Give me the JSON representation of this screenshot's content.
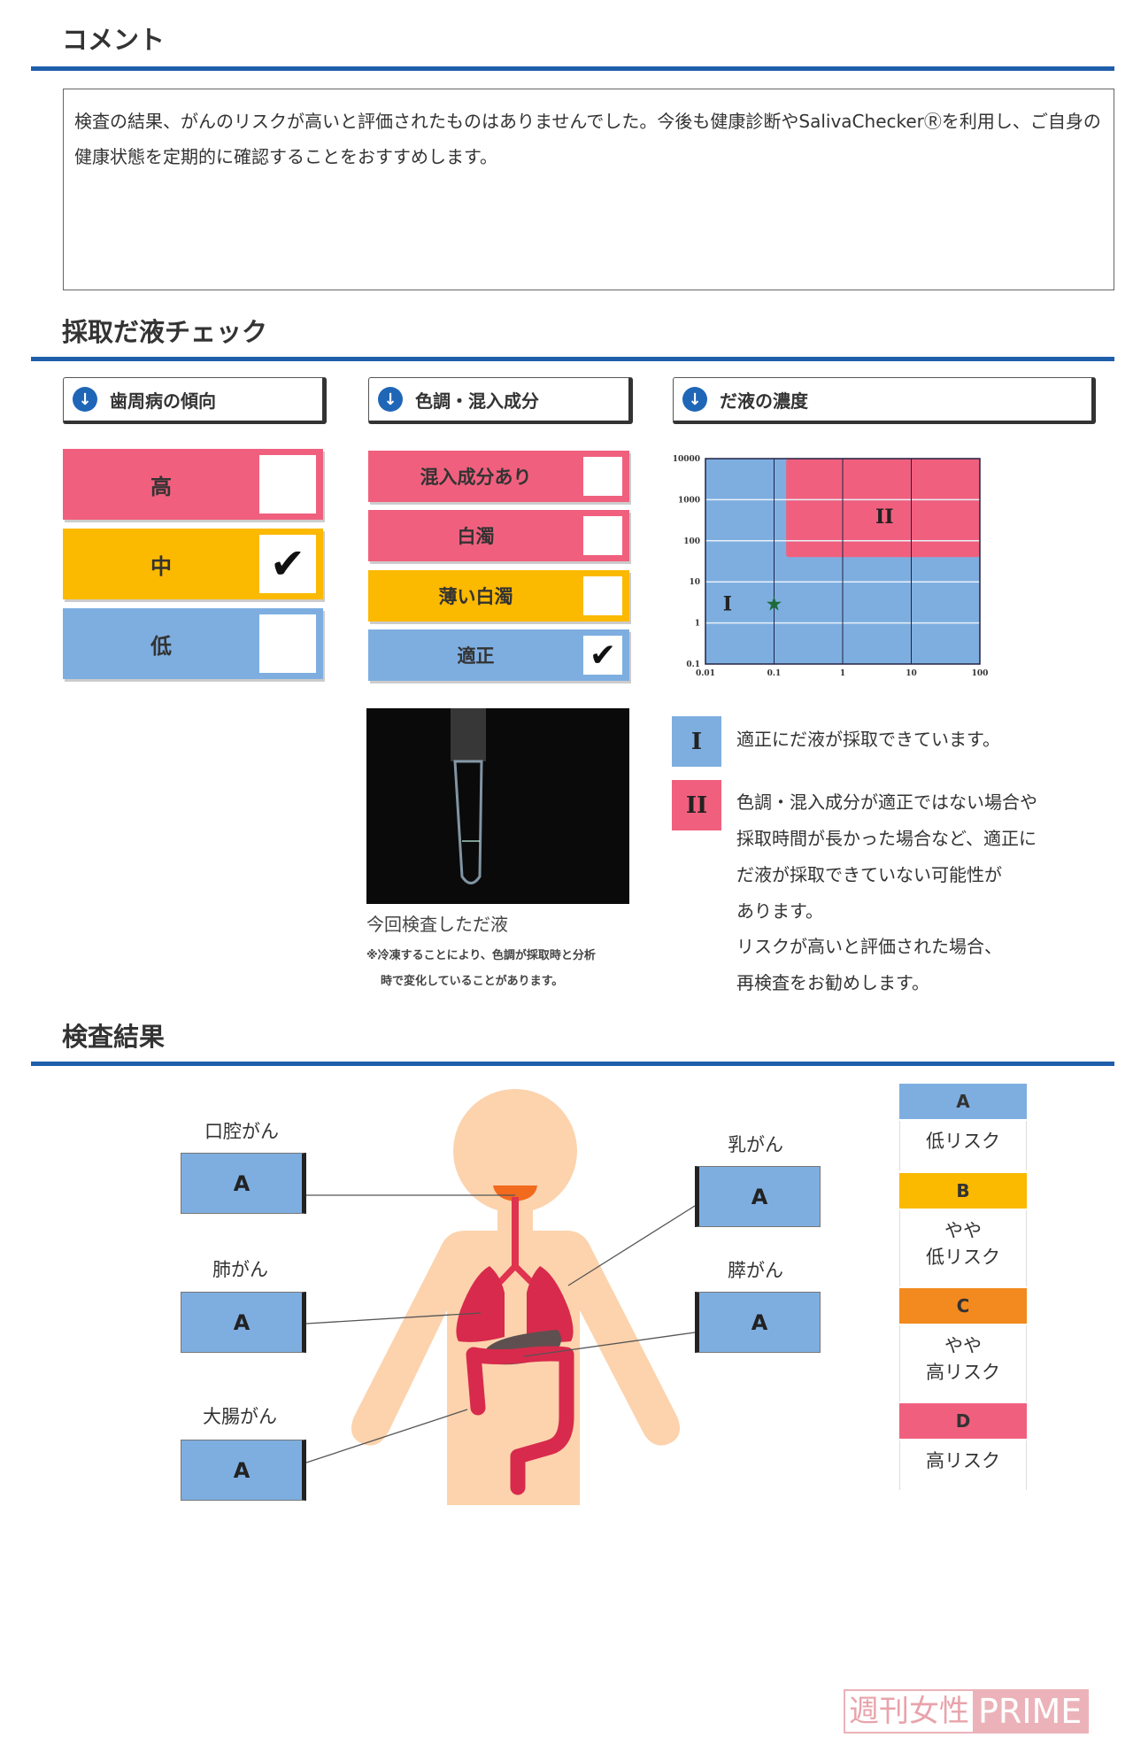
{
  "comment": {
    "title": "コメント",
    "text": "検査の結果、がんのリスクが高いと評価されたものはありませんでした。今後も健康診断やSalivaCheckerⓇを利用し、ご自身の健康状態を定期的に確認することをおすすめします。"
  },
  "saliva_check": {
    "title": "採取だ液チェック",
    "periodontal": {
      "header": "歯周病の傾向",
      "icon": "download-arrow-icon",
      "options": [
        {
          "label": "高",
          "color": "#f0607e",
          "checked": false
        },
        {
          "label": "中",
          "color": "#fbb900",
          "checked": true
        },
        {
          "label": "低",
          "color": "#7eaee0",
          "checked": false
        }
      ]
    },
    "color_mix": {
      "header": "色調・混入成分",
      "options": [
        {
          "label": "混入成分あり",
          "color": "#f0607e",
          "checked": false
        },
        {
          "label": "白濁",
          "color": "#f0607e",
          "checked": false
        },
        {
          "label": "薄い白濁",
          "color": "#fbb900",
          "checked": false
        },
        {
          "label": "適正",
          "color": "#7eaee0",
          "checked": true
        }
      ]
    },
    "photo_caption": "今回検査しただ液",
    "photo_note_1": "※冷凍することにより、色調が採取時と分析",
    "photo_note_2": "時で変化していることがあります。",
    "concentration": {
      "header": "だ液の濃度"
    },
    "legend": [
      {
        "numeral": "I",
        "color": "#7eaee0",
        "lines": [
          "適正にだ液が採取できています。"
        ]
      },
      {
        "numeral": "II",
        "color": "#f0607e",
        "lines": [
          "色調・混入成分が適正ではない場合や",
          "採取時間が長かった場合など、適正に",
          "だ液が採取できていない可能性が",
          "あります。",
          "リスクが高いと評価された場合、",
          "再検査をお勧めします。"
        ]
      }
    ]
  },
  "chart_data": {
    "type": "scatter",
    "x_scale": "log",
    "y_scale": "log",
    "xlim": [
      0.01,
      100
    ],
    "ylim": [
      0.1,
      10000
    ],
    "x_ticks": [
      "0.01",
      "0.1",
      "1",
      "10",
      "100"
    ],
    "y_ticks": [
      "0.1",
      "1",
      "10",
      "100",
      "1000",
      "10000"
    ],
    "grid": true,
    "regions": [
      {
        "label": "I",
        "color": "#7eaee0",
        "x": [
          0.01,
          100
        ],
        "y": [
          0.1,
          10000
        ]
      },
      {
        "label": "II",
        "color": "#f0607e",
        "x": [
          0.15,
          100
        ],
        "y": [
          40,
          10000
        ]
      }
    ],
    "points": [
      {
        "x": 0.1,
        "y": 3,
        "marker": "star",
        "color": "#1e6b3a"
      }
    ]
  },
  "results": {
    "title": "検査結果",
    "items": [
      {
        "label": "口腔がん",
        "grade": "A"
      },
      {
        "label": "肺がん",
        "grade": "A"
      },
      {
        "label": "大腸がん",
        "grade": "A"
      },
      {
        "label": "乳がん",
        "grade": "A"
      },
      {
        "label": "膵がん",
        "grade": "A"
      }
    ],
    "legend": [
      {
        "grade": "A",
        "color": "#7eaee0",
        "text": [
          "低リスク"
        ]
      },
      {
        "grade": "B",
        "color": "#fbb900",
        "text": [
          "やや",
          "低リスク"
        ]
      },
      {
        "grade": "C",
        "color": "#f28a1f",
        "text": [
          "やや",
          "高リスク"
        ]
      },
      {
        "grade": "D",
        "color": "#f0607e",
        "text": [
          "高リスク"
        ]
      }
    ]
  },
  "watermark": {
    "left": "週刊女性",
    "right": "PRIME"
  }
}
